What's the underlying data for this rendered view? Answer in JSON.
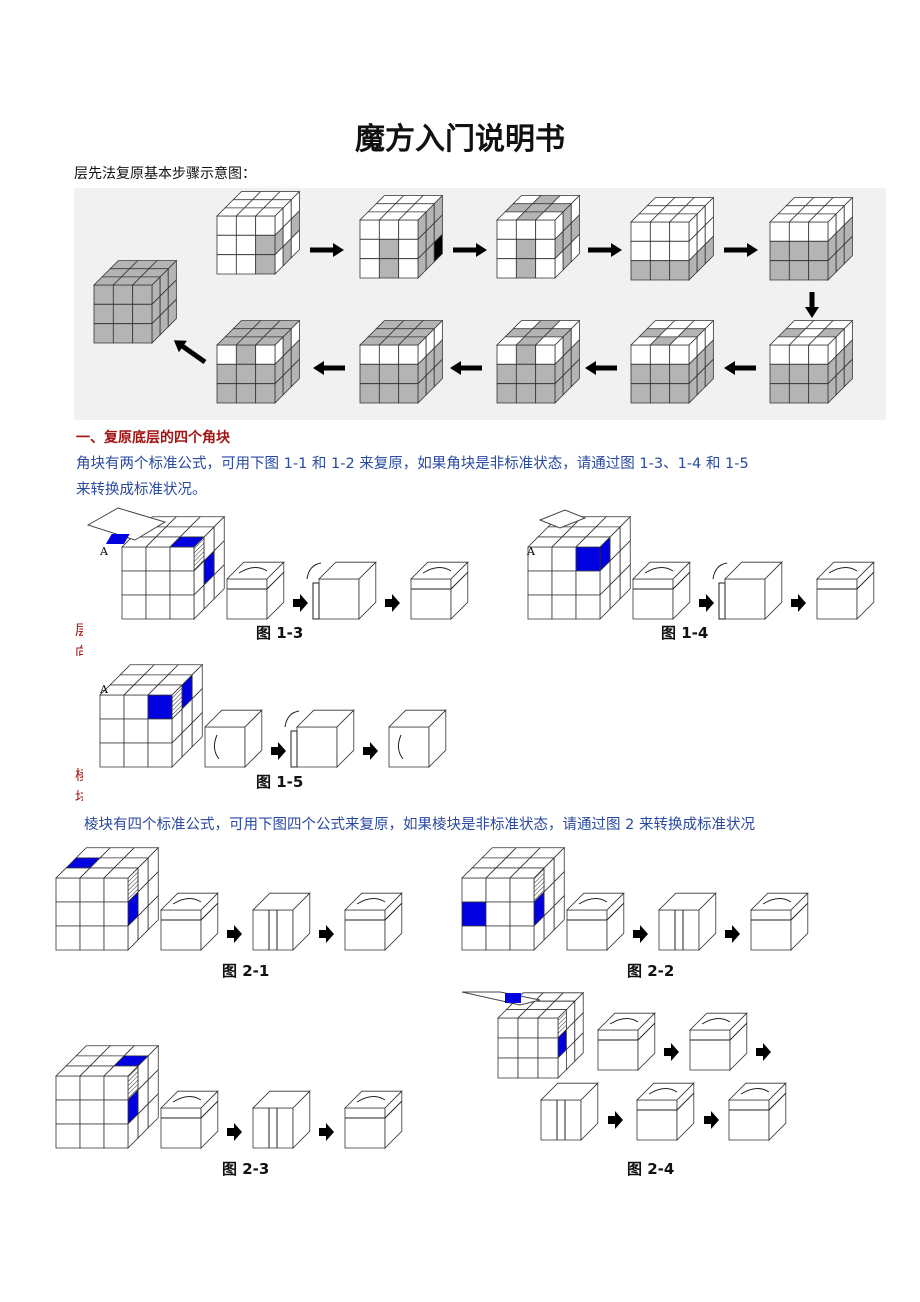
{
  "title": "魔方入门说明书",
  "subtitle": "层先法复原基本步骤示意图：",
  "section1": {
    "heading": "一、复原底层的四个角块",
    "paragraph_line1": "角块有两个标准公式，可用下图 1-1 和 1-2 来复原，如果角块是非标准状态，请通过图 1-3、1-4 和 1-5",
    "paragraph_line2": "来转换成标准状况。",
    "figure_labels": [
      "图 1-3",
      "图 1-4",
      "图 1-5"
    ],
    "marker_label": "A"
  },
  "side_fragments": [
    "层",
    "向",
    "棱",
    "块"
  ],
  "section2": {
    "paragraph": "棱块有四个标准公式，可用下图四个公式来复原，如果棱块是非标准状态，请通过图 2 来转换成标准状况",
    "figure_labels": [
      "图 2-1",
      "图 2-2",
      "图 2-3",
      "图 2-4"
    ]
  },
  "colors": {
    "heading": "#a31515",
    "body_text": "#2a4aa0",
    "highlight_sticker": "#0000e0",
    "solved_sticker": "#b4b4b4"
  }
}
